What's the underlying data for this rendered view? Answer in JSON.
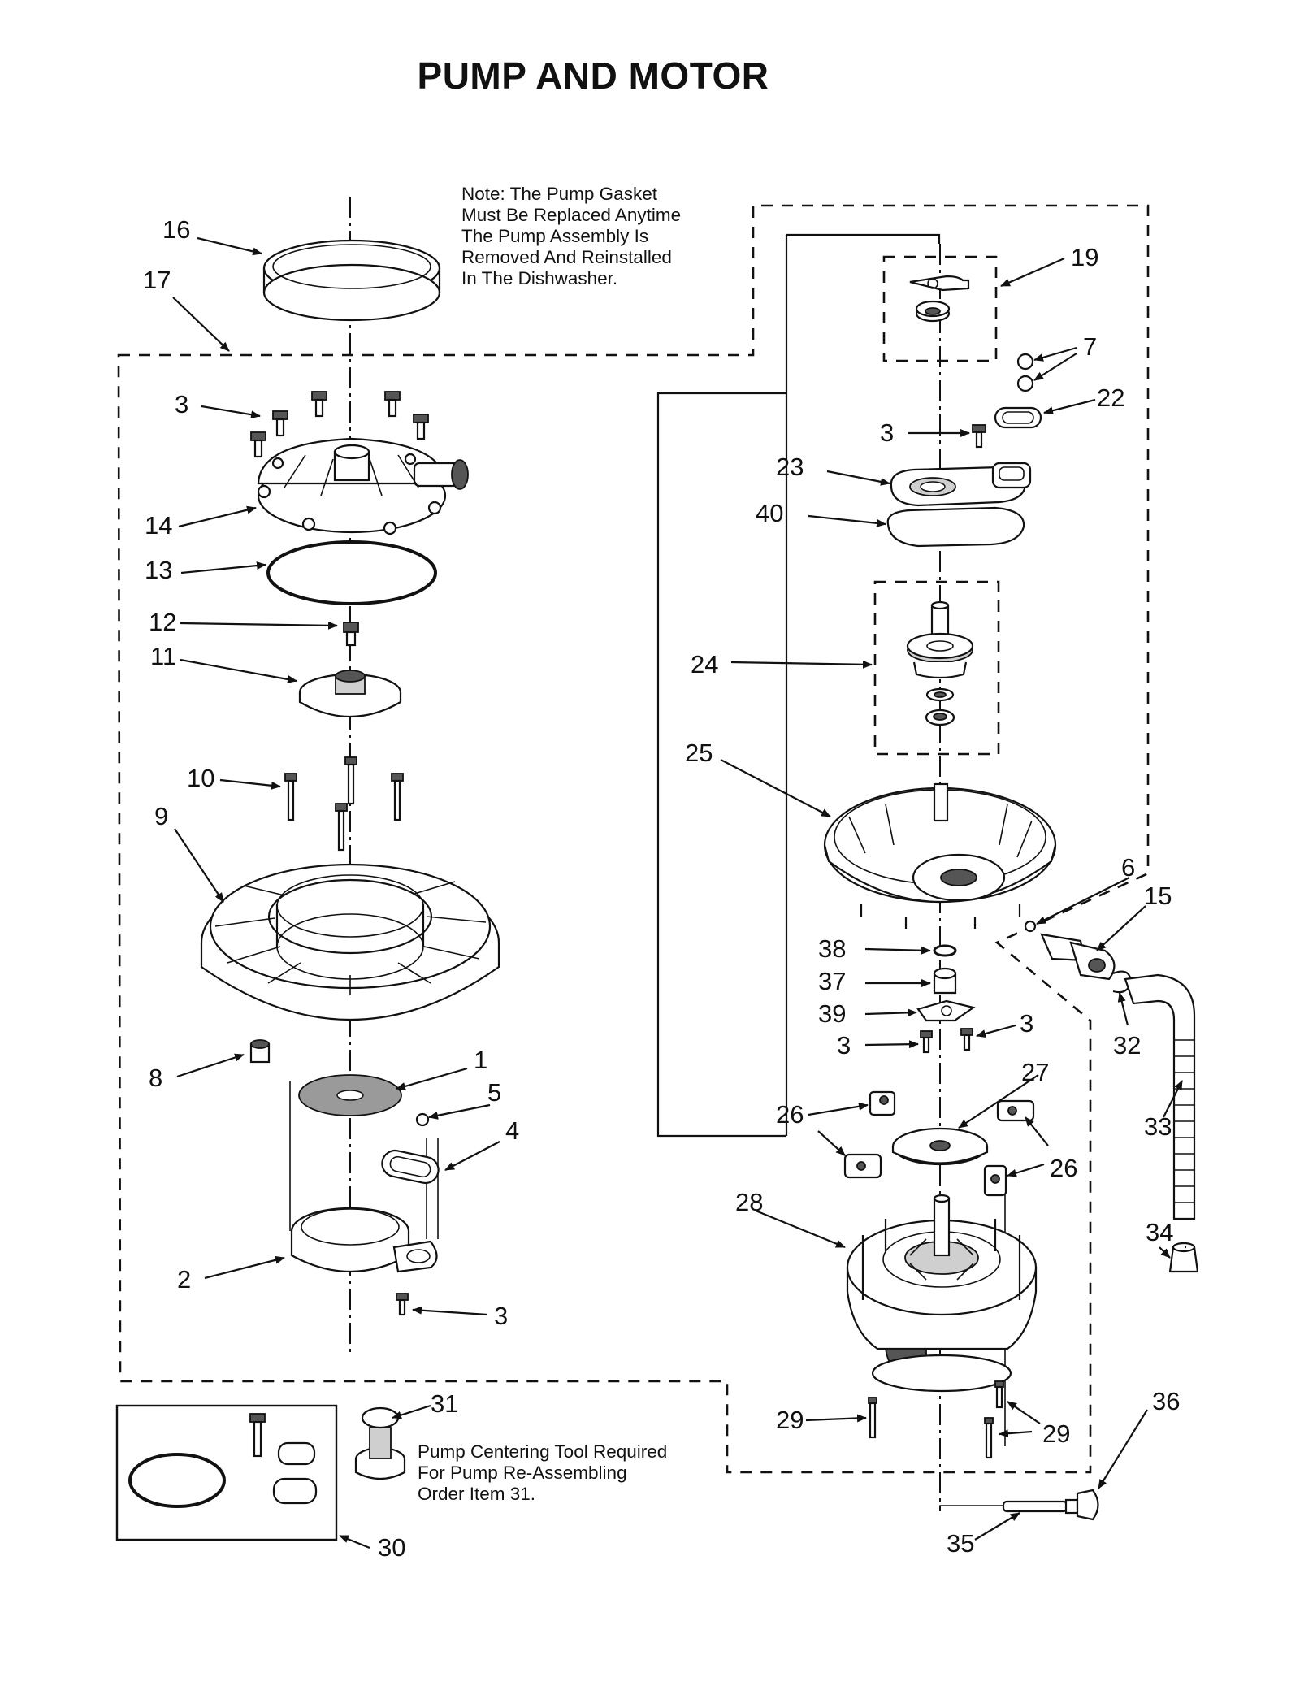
{
  "title": "PUMP AND MOTOR",
  "notes": {
    "gasket": "Note: The Pump Gasket\nMust Be Replaced Anytime\nThe Pump Assembly Is\nRemoved And Reinstalled\nIn The Dishwasher.",
    "centering_tool": "Pump Centering Tool Required\nFor Pump Re-Assembling\nOrder Item 31."
  },
  "callouts": {
    "c1": "1",
    "c2": "2",
    "c3a": "3",
    "c3b": "3",
    "c3c": "3",
    "c3d": "3",
    "c3e": "3",
    "c4": "4",
    "c5": "5",
    "c6": "6",
    "c7": "7",
    "c8": "8",
    "c9": "9",
    "c10": "10",
    "c11": "11",
    "c12": "12",
    "c13": "13",
    "c14": "14",
    "c15": "15",
    "c16": "16",
    "c17": "17",
    "c19": "19",
    "c22": "22",
    "c23": "23",
    "c24": "24",
    "c25": "25",
    "c26a": "26",
    "c26b": "26",
    "c27": "27",
    "c28": "28",
    "c29a": "29",
    "c29b": "29",
    "c30": "30",
    "c31": "31",
    "c32": "32",
    "c33": "33",
    "c34": "34",
    "c35": "35",
    "c36": "36",
    "c37": "37",
    "c38": "38",
    "c39": "39",
    "c40": "40"
  }
}
